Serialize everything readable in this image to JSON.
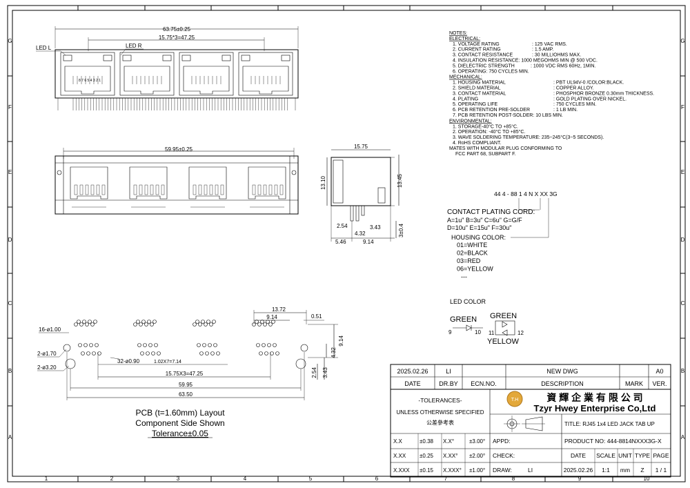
{
  "grid": {
    "cols": [
      "1",
      "2",
      "3",
      "4",
      "5",
      "6",
      "7",
      "8",
      "9",
      "10"
    ],
    "rows": [
      "G",
      "F",
      "E",
      "D",
      "C",
      "B",
      "A"
    ]
  },
  "front_view": {
    "dim_overall": "63.75±0.25",
    "dim_pitch": "15.75*3=47.25",
    "label_led_l": "LED L",
    "label_led_r": "LED R",
    "pin_numbers": "8 7 6 5 4 3 2 1"
  },
  "rear_view": {
    "dim_width": "59.95±0.25"
  },
  "side_view": {
    "dim_top": "15.75",
    "dim_left": "13.10",
    "dim_right": "13.45",
    "dim_a": "2.54",
    "dim_b": "3.43",
    "dim_c": "4.32",
    "dim_d": "5.46",
    "dim_e": "9.14",
    "dim_f": "3±0.4"
  },
  "notes": {
    "lines": [
      "NOTES:",
      "ELECTRICAL:",
      "1. VOLTAGE RATING",
      "2. CURRENT RATING",
      "3. CONTACT RESISTANCE",
      "4. INSULATION RESISTANCE: 1000 MEGOHMS MIN @ 500 VDC.",
      "5. DIELECTRIC STRENGTH",
      "6. OPERATING: 750 CYCLES MIN.",
      "MECHANICAL:",
      "1. HOUSING MATERIAL",
      "2. SHIELD MATERIAL",
      "3. CONTACT MATERIAL",
      "4. PLATING",
      "5. OPERATING LIFE",
      "6. PCB RETENTION PRE-SOLDER",
      "7. PCB RETENTION POST-SOLDER: 10 LBS MIN.",
      "ENVIRONMENTAL:",
      "1. STORAGE",
      "2. OPERATION: -40°C TO +85°C.",
      "3. WAVE SOLDERING TEMPERATURE: 235~245°C(3~5 SECONDS).",
      "4. RoHS COMPLIANT.",
      "MATES WITH MODULAR PLUG CONFORMING TO",
      "FCC PART 68, SUBPART F."
    ],
    "values": [
      ": 125 VAC RMS.",
      ": 1.5 AMP.",
      ": 30 MILLIOHMS MAX.",
      ": 1000 VDC RMS 60Hz, 1MIN.",
      ": PBT UL94V-0 /COLOR:BLACK.",
      ": COPPER ALLOY.",
      ": PHOSPHOR BRONZE 0.30mm THICKNESS.",
      ": GOLD PLATING OVER NICKEL.",
      ": 750 CYCLES MIN.",
      ": 1 LB MIN.",
      "-40°C TO +85°C."
    ]
  },
  "part_code": {
    "code": "44 4 - 88 1 4 N X XX 3G",
    "plating_title": "CONTACT PLATING CORD:",
    "plating_line1": "A=1u\"  B=3u\"  C=6u\"  G=G/F",
    "plating_line2": "D=10u\"  E=15u\"  F=30u\"",
    "housing_title": "HOUSING COLOR:",
    "colors": [
      "01=WHITE",
      "02=BLACK",
      "03=RED",
      "06=YELLOW",
      "---"
    ]
  },
  "led": {
    "title": "LED COLOR",
    "green_single": "GREEN",
    "pin9": "9",
    "pin10": "10",
    "green_dual": "GREEN",
    "pin11": "11",
    "pin12": "12",
    "yellow": "YELLOW"
  },
  "pcb": {
    "hole1": "16-ø1.00",
    "hole2": "2-ø1.70",
    "hole3": "2-ø3.20",
    "hole4": "32-ø0.90",
    "dim_pitch_small": "1.02X7=7.14",
    "dim_pitch": "15.75X3=47.25",
    "dim_5995": "59.95",
    "dim_6350": "63.50",
    "dim_1372": "13.72",
    "dim_914": "9.14",
    "dim_051": "0.51",
    "dim_914v": "9.14",
    "dim_432": "4.32",
    "dim_254": "2.54",
    "dim_343": "3.43",
    "caption1": "PCB (t=1.60mm) Layout",
    "caption2": "Component Side Shown",
    "caption3": "Tolerance±0.05"
  },
  "title_block": {
    "rev_date": "2025.02.26",
    "rev_by": "LI",
    "rev_desc": "NEW DWG",
    "rev_ver": "A0",
    "h_date": "DATE",
    "h_drby": "DR.BY",
    "h_ecn": "ECN.NO.",
    "h_desc": "DESCRIPTION",
    "h_mark": "MARK",
    "h_ver": "VER.",
    "tol1": "-TOLERANCES-",
    "tol2": "UNLESS OTHERWISE SPECIFIED",
    "tol3": "公差參考表",
    "company_cn": "資 輝 企 業 有 限 公 司",
    "company_en": "Tzyr Hwey Enterprise Co,Ltd",
    "logo": "T.H",
    "title": "TITLE: RJ45 1x4 LED JACK TAB UP",
    "tol_rows": [
      {
        "a": "X.X",
        "b": "±0.38",
        "c": "X.X°",
        "d": "±3.00°"
      },
      {
        "a": "X.XX",
        "b": "±0.25",
        "c": "X.XX°",
        "d": "±2.00°"
      },
      {
        "a": "X.XXX",
        "b": "±0.15",
        "c": "X.XXX°",
        "d": "±1.00°"
      }
    ],
    "appd": "APPD:",
    "check": "CHECK:",
    "draw": "DRAW:",
    "draw_by": "LI",
    "product_no": "PRODUCT NO: 444-8814NXXX3G-X",
    "b_date": "DATE",
    "b_scale": "SCALE",
    "b_unit": "UNIT",
    "b_type": "TYPE",
    "b_page": "PAGE",
    "v_date": "2025.02.26",
    "v_scale": "1:1",
    "v_unit": "mm",
    "v_type": "Z",
    "v_page": "1 / 1"
  }
}
